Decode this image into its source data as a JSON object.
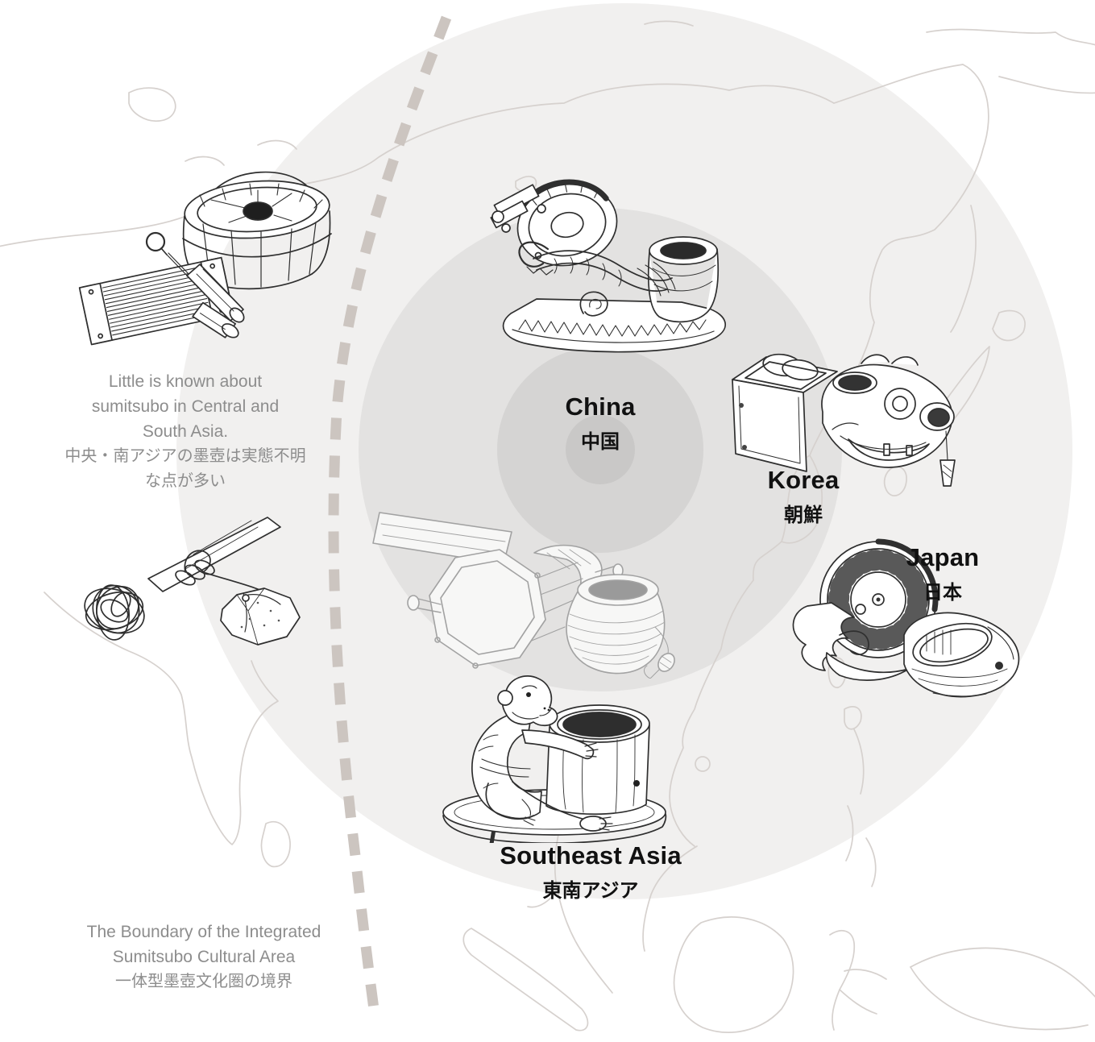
{
  "regions": [
    {
      "id": "china",
      "name": "China",
      "native": "中国"
    },
    {
      "id": "korea",
      "name": "Korea",
      "native": "朝鮮"
    },
    {
      "id": "japan",
      "name": "Japan",
      "native": "日本"
    },
    {
      "id": "southeast_asia",
      "name": "Southeast Asia",
      "native": "東南アジア"
    }
  ],
  "notes": {
    "central_asia": {
      "en_lines": [
        "Little is known about",
        "sumitsubo in Central and",
        "South Asia."
      ],
      "jp_lines": [
        "中央・南アジアの墨壺は実態不明",
        "な点が多い"
      ]
    },
    "boundary": {
      "en_lines": [
        "The Boundary of the Integrated",
        "Sumitsubo Cultural Area"
      ],
      "jp_lines": [
        "一体型墨壺文化圏の境界"
      ]
    }
  },
  "illustrations": {
    "central_asia_toolkit": "wooden bucket ink pot with string winder and awl",
    "china_sumitsubo": "dragon-carved sumitsubo with reel wheel and ink pot",
    "korea_sumitsubo": "box reel with beast-head ink pot and plumb bob",
    "primitive_chalk_line": "stick wound with tangled cord tied to a stone",
    "separate_type_sumitsubo": "separate reel handle and round ink pot with plumb",
    "japan_sumitsubo": "carved wooden sumitsubo with spoked wheel and ink bowl",
    "southeast_asia_sumitsubo": "carved monkey embracing an ink pot on an oval base"
  },
  "colors": {
    "area_fill": "#f1f0ef",
    "ring_outer": "#e3e2e1",
    "ring_mid": "#d5d4d3",
    "ring_inner": "#c9c8c7",
    "map_line": "#d6d1ce",
    "boundary_dash": "#ccc5c0",
    "heading_text": "#111111",
    "note_text": "#8d8d8d"
  }
}
